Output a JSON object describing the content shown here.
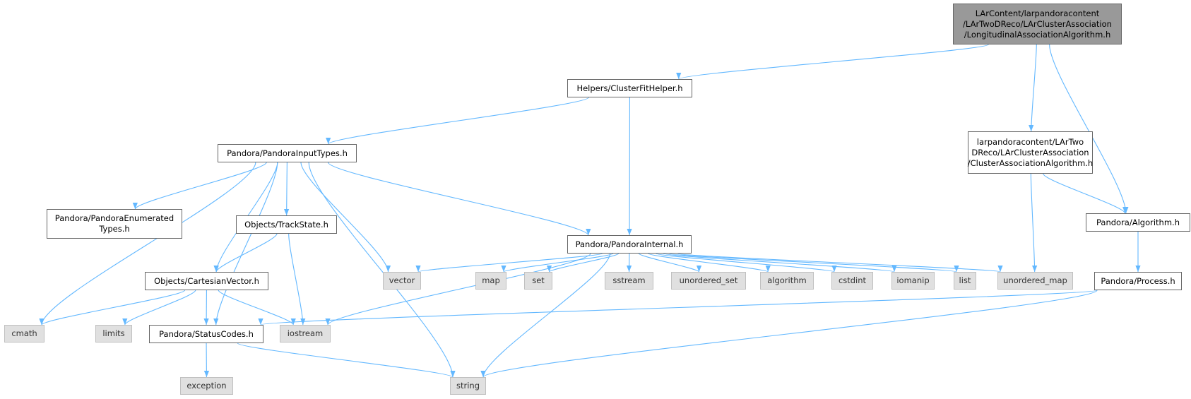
{
  "colors": {
    "edge": "#63b8ff",
    "root_fill": "#999999",
    "project_fill": "#ffffff",
    "system_fill": "#e0e0e0"
  },
  "nodes": {
    "root": {
      "label": "LArContent/larpandoracontent\n/LArTwoDReco/LArClusterAssociation\n/LongitudinalAssociationAlgorithm.h",
      "kind": "root"
    },
    "cluster_fit_helper": {
      "label": "Helpers/ClusterFitHelper.h",
      "kind": "project"
    },
    "cluster_association_algorithm": {
      "label": "larpandoracontent/LArTwo\nDReco/LArClusterAssociation\n/ClusterAssociationAlgorithm.h",
      "kind": "project"
    },
    "pandora_input_types": {
      "label": "Pandora/PandoraInputTypes.h",
      "kind": "project"
    },
    "pandora_enumerated_types": {
      "label": "Pandora/PandoraEnumerated\nTypes.h",
      "kind": "project"
    },
    "track_state": {
      "label": "Objects/TrackState.h",
      "kind": "project"
    },
    "pandora_internal": {
      "label": "Pandora/PandoraInternal.h",
      "kind": "project"
    },
    "pandora_algorithm": {
      "label": "Pandora/Algorithm.h",
      "kind": "project"
    },
    "cartesian_vector": {
      "label": "Objects/CartesianVector.h",
      "kind": "project"
    },
    "pandora_process": {
      "label": "Pandora/Process.h",
      "kind": "project"
    },
    "status_codes": {
      "label": "Pandora/StatusCodes.h",
      "kind": "project"
    },
    "cmath": {
      "label": "cmath",
      "kind": "system"
    },
    "limits": {
      "label": "limits",
      "kind": "system"
    },
    "iostream": {
      "label": "iostream",
      "kind": "system"
    },
    "vector": {
      "label": "vector",
      "kind": "system"
    },
    "map": {
      "label": "map",
      "kind": "system"
    },
    "set": {
      "label": "set",
      "kind": "system"
    },
    "sstream": {
      "label": "sstream",
      "kind": "system"
    },
    "unordered_set": {
      "label": "unordered_set",
      "kind": "system"
    },
    "algorithm": {
      "label": "algorithm",
      "kind": "system"
    },
    "cstdint": {
      "label": "cstdint",
      "kind": "system"
    },
    "iomanip": {
      "label": "iomanip",
      "kind": "system"
    },
    "list": {
      "label": "list",
      "kind": "system"
    },
    "unordered_map": {
      "label": "unordered_map",
      "kind": "system"
    },
    "exception": {
      "label": "exception",
      "kind": "system"
    },
    "string": {
      "label": "string",
      "kind": "system"
    }
  },
  "edges": [
    [
      "root",
      "cluster_fit_helper"
    ],
    [
      "root",
      "cluster_association_algorithm"
    ],
    [
      "root",
      "pandora_algorithm"
    ],
    [
      "cluster_fit_helper",
      "pandora_input_types"
    ],
    [
      "cluster_fit_helper",
      "pandora_internal"
    ],
    [
      "cluster_association_algorithm",
      "unordered_map"
    ],
    [
      "cluster_association_algorithm",
      "pandora_algorithm"
    ],
    [
      "pandora_algorithm",
      "pandora_process"
    ],
    [
      "pandora_process",
      "status_codes"
    ],
    [
      "pandora_process",
      "string"
    ],
    [
      "pandora_input_types",
      "cmath"
    ],
    [
      "pandora_input_types",
      "status_codes"
    ],
    [
      "pandora_input_types",
      "pandora_enumerated_types"
    ],
    [
      "pandora_input_types",
      "cartesian_vector"
    ],
    [
      "pandora_input_types",
      "track_state"
    ],
    [
      "pandora_input_types",
      "string"
    ],
    [
      "pandora_input_types",
      "vector"
    ],
    [
      "pandora_input_types",
      "pandora_internal"
    ],
    [
      "track_state",
      "cartesian_vector"
    ],
    [
      "track_state",
      "iostream"
    ],
    [
      "cartesian_vector",
      "cmath"
    ],
    [
      "cartesian_vector",
      "limits"
    ],
    [
      "cartesian_vector",
      "status_codes"
    ],
    [
      "cartesian_vector",
      "iostream"
    ],
    [
      "status_codes",
      "exception"
    ],
    [
      "status_codes",
      "string"
    ],
    [
      "pandora_internal",
      "vector"
    ],
    [
      "pandora_internal",
      "iostream"
    ],
    [
      "pandora_internal",
      "map"
    ],
    [
      "pandora_internal",
      "set"
    ],
    [
      "pandora_internal",
      "string"
    ],
    [
      "pandora_internal",
      "sstream"
    ],
    [
      "pandora_internal",
      "unordered_set"
    ],
    [
      "pandora_internal",
      "algorithm"
    ],
    [
      "pandora_internal",
      "cstdint"
    ],
    [
      "pandora_internal",
      "iomanip"
    ],
    [
      "pandora_internal",
      "list"
    ],
    [
      "pandora_internal",
      "unordered_map"
    ]
  ]
}
